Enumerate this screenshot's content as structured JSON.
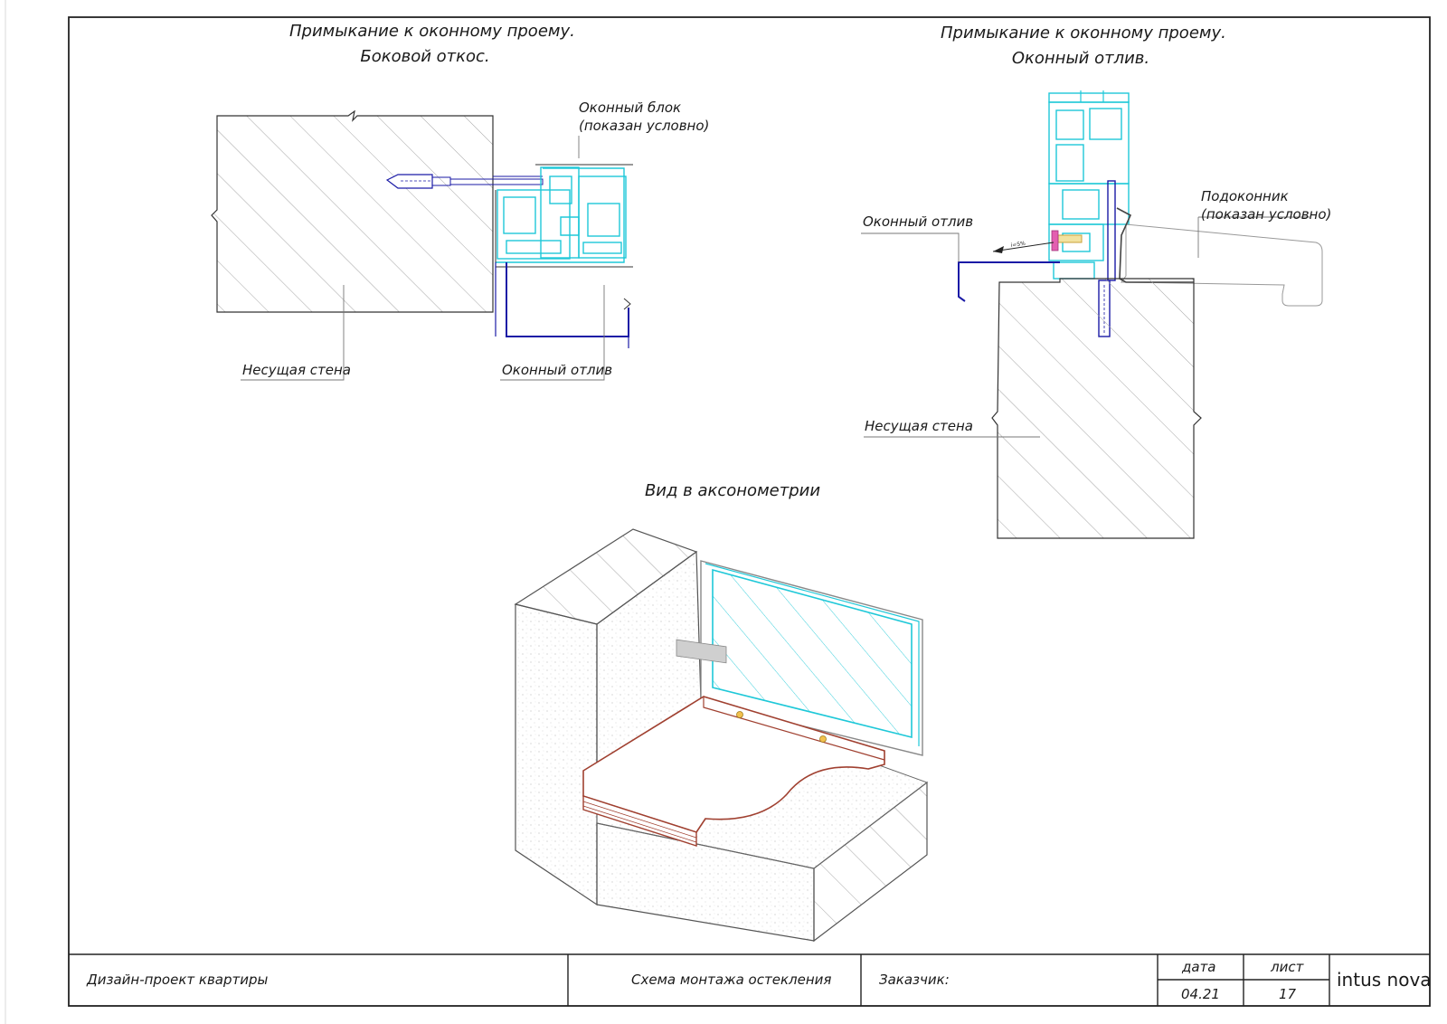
{
  "drawings": {
    "side": {
      "title_line1": "Примыкание к оконному проему.",
      "title_line2": "Боковой откос.",
      "window_block_line1": "Оконный блок",
      "window_block_line2": "(показан условно)",
      "wall_label": "Несущая стена",
      "sill_flashing_label": "Оконный отлив"
    },
    "bottom": {
      "title_line1": "Примыкание к оконному проему.",
      "title_line2": "Оконный отлив.",
      "sill_line1": "Подоконник",
      "sill_line2": "(показан условно)",
      "flashing_label": "Оконный отлив",
      "wall_label": "Несущая стена"
    },
    "axon": {
      "title": "Вид в аксонометрии"
    }
  },
  "title_block": {
    "project": "Дизайн-проект квартиры",
    "sheet_name": "Схема монтажа остекления",
    "customer": "Заказчик:",
    "date_header": "дата",
    "sheet_header": "лист",
    "date_value": "04.21",
    "sheet_value": "17",
    "logo": "intus nova"
  },
  "colors": {
    "line": "#222222",
    "hatch": "#9a9a9a",
    "profile": "#1ec8d8",
    "fixing": "#1a1aa6",
    "sill": "#a04030"
  }
}
